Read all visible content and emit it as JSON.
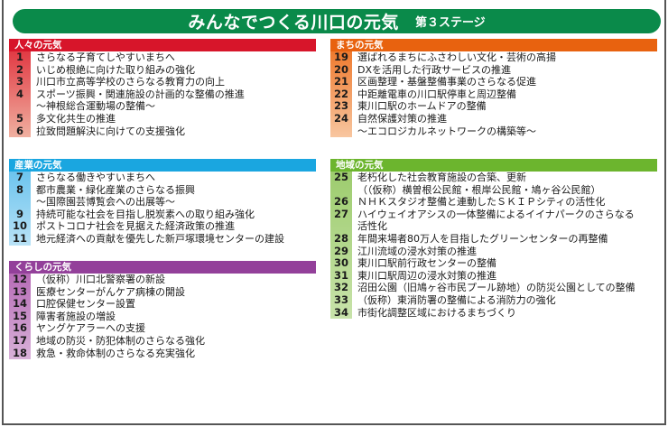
{
  "title": {
    "main": "みんなでつくる川口の元気",
    "sub": "第３ステージ",
    "color": "#0a8a4a"
  },
  "sections": {
    "people": {
      "header": "人々の元気",
      "color": "#d7152a",
      "items": [
        {
          "num": "1",
          "text": "さらなる子育てしやすいまちへ"
        },
        {
          "num": "2",
          "text": "いじめ根絶に向けた取り組みの強化"
        },
        {
          "num": "3",
          "text": "川口市立高等学校のさらなる教育力の向上"
        },
        {
          "num": "4",
          "text": "スポーツ振興・関連施設の計画的な整備の推進"
        },
        {
          "num": "",
          "text": "～神根総合運動場の整備～"
        },
        {
          "num": "5",
          "text": "多文化共生の推進"
        },
        {
          "num": "6",
          "text": "拉致問題解決に向けての支援強化"
        }
      ]
    },
    "industry": {
      "header": "産業の元気",
      "color": "#1aa6e0",
      "items": [
        {
          "num": "7",
          "text": "さらなる働きやすいまちへ"
        },
        {
          "num": "8",
          "text": "都市農業・緑化産業のさらなる振興"
        },
        {
          "num": "",
          "text": "～国際園芸博覧会への出展等～"
        },
        {
          "num": "9",
          "text": "持続可能な社会を目指し脱炭素への取り組み強化"
        },
        {
          "num": "10",
          "text": "ポストコロナ社会を見据えた経済政策の推進"
        },
        {
          "num": "11",
          "text": "地元経済への貢献を優先した新戸塚環境センターの建設"
        }
      ]
    },
    "life": {
      "header": "くらしの元気",
      "color": "#93409a",
      "items": [
        {
          "num": "12",
          "text": "（仮称）川口北警察署の新設"
        },
        {
          "num": "13",
          "text": "医療センターがんケア病棟の開設"
        },
        {
          "num": "14",
          "text": "口腔保健センター設置"
        },
        {
          "num": "15",
          "text": "障害者施設の増設"
        },
        {
          "num": "16",
          "text": "ヤングケアラーへの支援"
        },
        {
          "num": "17",
          "text": "地域の防災・防犯体制のさらなる強化"
        },
        {
          "num": "18",
          "text": "救急・救命体制のさらなる充実強化"
        }
      ]
    },
    "town": {
      "header": "まちの元気",
      "color": "#e8620f",
      "items": [
        {
          "num": "19",
          "text": "選ばれるまちにふさわしい文化・芸術の高揚"
        },
        {
          "num": "20",
          "text": "DXを活用した行政サービスの推進"
        },
        {
          "num": "21",
          "text": "区画整理・基盤整備事業のさらなる促進"
        },
        {
          "num": "22",
          "text": "中距離電車の川口駅停車と周辺整備"
        },
        {
          "num": "23",
          "text": "東川口駅のホームドアの整備"
        },
        {
          "num": "24",
          "text": "自然保護対策の推進"
        },
        {
          "num": "",
          "text": "～エコロジカルネットワークの構築等～"
        }
      ]
    },
    "region": {
      "header": "地域の元気",
      "color": "#6cb52e",
      "items": [
        {
          "num": "25",
          "text": "老朽化した社会教育施設の合築、更新"
        },
        {
          "num": "",
          "text": "（（仮称）横曽根公民館・根岸公民館・鳩ヶ谷公民館）"
        },
        {
          "num": "26",
          "text": "ＮＨＫスタジオ整備と連動したＳＫＩＰシティの活性化"
        },
        {
          "num": "27",
          "text": "ハイウェイオアシスの一体整備によるイイナパークのさらなる"
        },
        {
          "num": "",
          "text": "活性化"
        },
        {
          "num": "28",
          "text": "年間来場者80万人を目指したグリーンセンターの再整備"
        },
        {
          "num": "29",
          "text": "江川流域の浸水対策の推進"
        },
        {
          "num": "30",
          "text": "東川口駅前行政センターの整備"
        },
        {
          "num": "31",
          "text": "東川口駅周辺の浸水対策の推進"
        },
        {
          "num": "32",
          "text": "沼田公園（旧鳩ヶ谷市民プール跡地）の防災公園としての整備"
        },
        {
          "num": "33",
          "text": "（仮称）東消防署の整備による消防力の強化"
        },
        {
          "num": "34",
          "text": "市街化調整区域におけるまちづくり"
        }
      ]
    }
  }
}
